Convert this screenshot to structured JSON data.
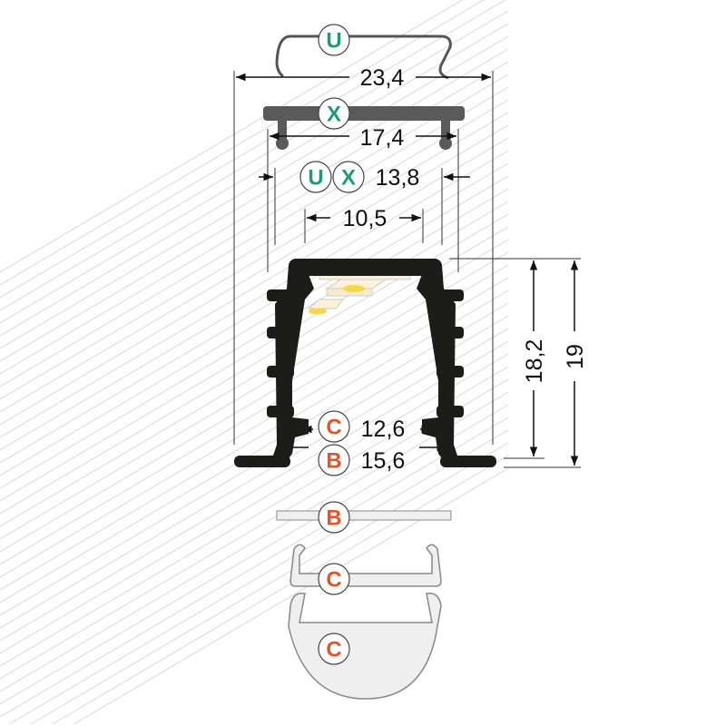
{
  "colors": {
    "profile": "#1c1c1a",
    "cover_x": "#5a5a5a",
    "teal": "#1f9a78",
    "orange": "#e2542a",
    "hatch": "#d8d8d8",
    "led": "#f5d84a"
  },
  "dimensions": {
    "width_total": "23,4",
    "x_width": "17,4",
    "ux_width": "13,8",
    "inner_top": "10,5",
    "c_width": "12,6",
    "b_width": "15,6",
    "height_inner": "18,2",
    "height_total": "19"
  },
  "labels": {
    "u": "U",
    "x": "X",
    "c": "C",
    "b": "B"
  }
}
